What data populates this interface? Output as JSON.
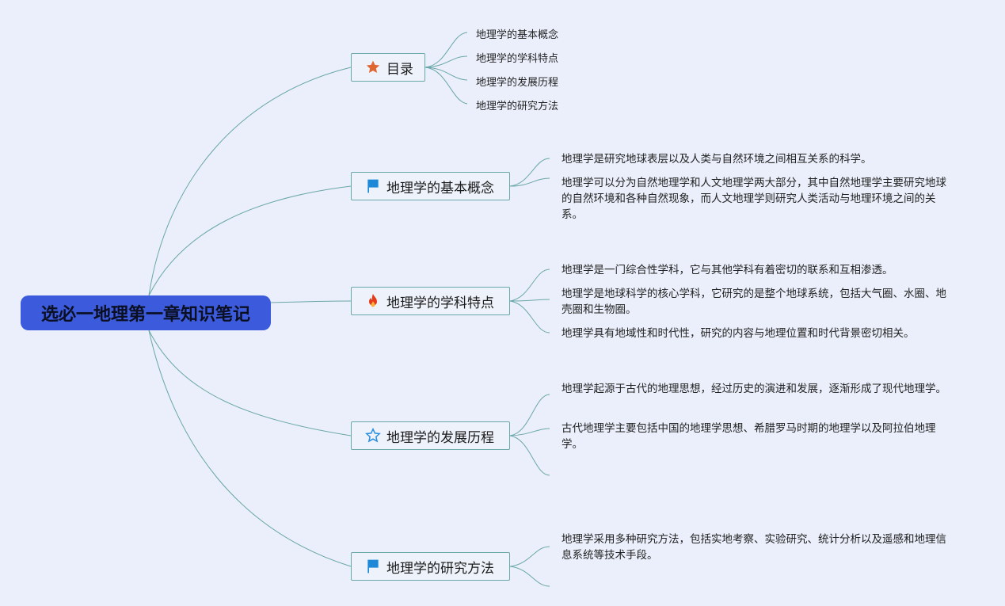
{
  "root": {
    "title": "选必一地理第一章知识笔记"
  },
  "branches": [
    {
      "label": "目录",
      "icon": "star-filled-icon",
      "children": [
        "地理学的基本概念",
        "地理学的学科特点",
        "地理学的发展历程",
        "地理学的研究方法"
      ]
    },
    {
      "label": "地理学的基本概念",
      "icon": "flag-icon",
      "children": [
        "地理学是研究地球表层以及人类与自然环境之间相互关系的科学。",
        "地理学可以分为自然地理学和人文地理学两大部分，其中自然地理学主要研究地球的自然环境和各种自然现象，而人文地理学则研究人类活动与地理环境之间的关系。"
      ]
    },
    {
      "label": "地理学的学科特点",
      "icon": "fire-icon",
      "children": [
        "地理学是一门综合性学科，它与其他学科有着密切的联系和互相渗透。",
        "地理学是地球科学的核心学科，它研究的是整个地球系统，包括大气圈、水圈、地壳圈和生物圈。",
        "地理学具有地域性和时代性，研究的内容与地理位置和时代背景密切相关。"
      ]
    },
    {
      "label": "地理学的发展历程",
      "icon": "star-outline-icon",
      "children": [
        "地理学起源于古代的地理思想，经过历史的演进和发展，逐渐形成了现代地理学。",
        "古代地理学主要包括中国的地理学思想、希腊罗马时期的地理学以及阿拉伯地理学。",
        ""
      ]
    },
    {
      "label": "地理学的研究方法",
      "icon": "flag-icon",
      "children": [
        "地理学采用多种研究方法，包括实地考察、实验研究、统计分析以及遥感和地理信息系统等技术手段。",
        ""
      ]
    }
  ],
  "colors": {
    "root_bg": "#3c5bdc",
    "link": "#6aa7a8",
    "background": "#eaeffb",
    "star": "#e0662f",
    "flag": "#1e88d8",
    "fire": "#e53b1b",
    "star_outline": "#2a8ee0"
  }
}
